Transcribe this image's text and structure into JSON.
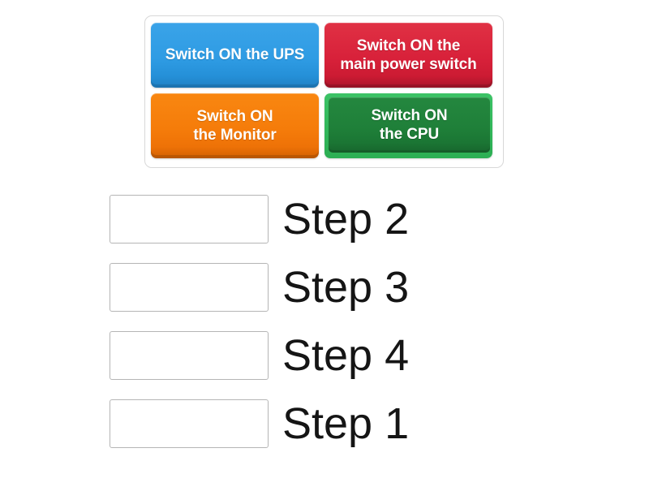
{
  "tile_panel": {
    "tiles": [
      {
        "label": "Switch ON the UPS",
        "color_name": "blue",
        "color": "#2f9ce4"
      },
      {
        "label": "Switch ON the\nmain power switch",
        "color_name": "red",
        "color": "#d8213a"
      },
      {
        "label": "Switch ON\nthe Monitor",
        "color_name": "orange",
        "color": "#f57c0a"
      },
      {
        "label": "Switch ON\nthe CPU",
        "color_name": "green",
        "color": "#1f8039"
      }
    ],
    "tile_labels": {
      "ups": "Switch ON the UPS",
      "main_power": "Switch ON the\nmain power switch",
      "monitor": "Switch ON\nthe Monitor",
      "cpu": "Switch ON\nthe CPU"
    }
  },
  "drop_rows": [
    {
      "label": "Step 2",
      "answer": ""
    },
    {
      "label": "Step 3",
      "answer": ""
    },
    {
      "label": "Step 4",
      "answer": ""
    },
    {
      "label": "Step 1",
      "answer": ""
    }
  ],
  "colors": {
    "blue": "#2f9ce4",
    "red": "#d8213a",
    "orange": "#f57c0a",
    "green": "#1f8039",
    "green_ring": "#33b95c",
    "panel_border": "#d8d8d8",
    "dropzone_border": "#b5b5b5",
    "text_dark": "#151515",
    "background": "#ffffff"
  }
}
